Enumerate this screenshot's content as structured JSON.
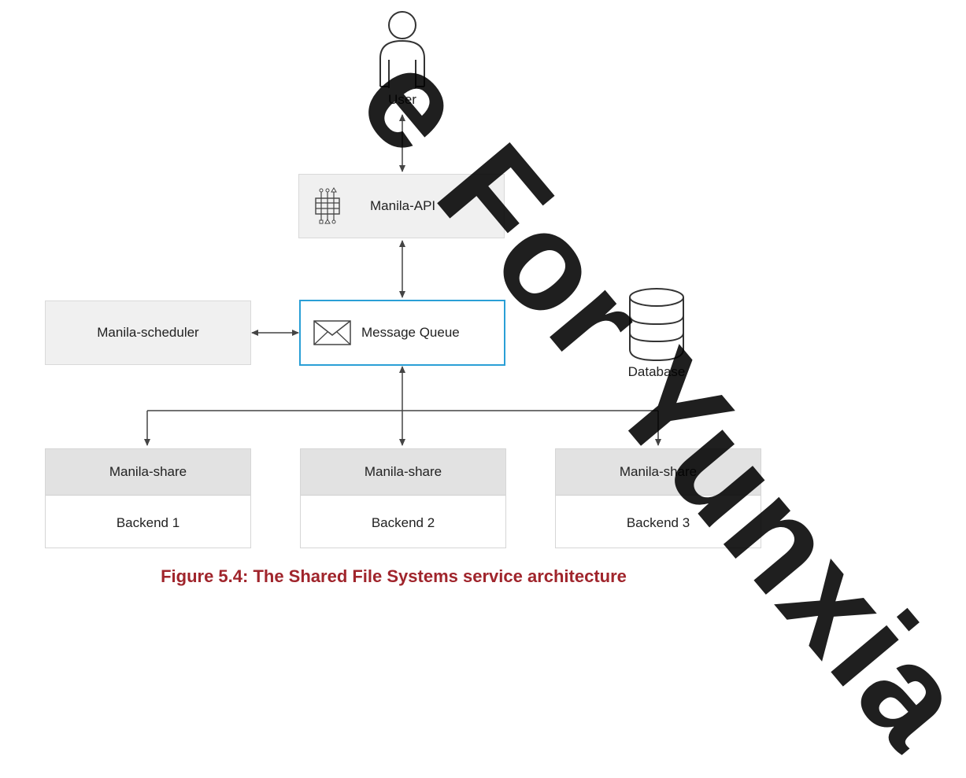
{
  "nodes": {
    "user": "User",
    "api": "Manila-API",
    "scheduler": "Manila-scheduler",
    "queue": "Message Queue",
    "database": "Database"
  },
  "shares": [
    {
      "head": "Manila-share",
      "body": "Backend 1"
    },
    {
      "head": "Manila-share",
      "body": "Backend 2"
    },
    {
      "head": "Manila-share",
      "body": "Backend 3"
    }
  ],
  "caption": "Figure 5.4: The Shared File Systems service architecture",
  "watermark": "e For Yunxia",
  "colors": {
    "queue_border": "#2a9fd6",
    "caption": "#a0252c",
    "arrow": "#444444"
  },
  "icons": {
    "user": "person-outline-icon",
    "api": "api-circuit-icon",
    "queue": "envelope-icon",
    "database": "database-cylinder-icon"
  }
}
